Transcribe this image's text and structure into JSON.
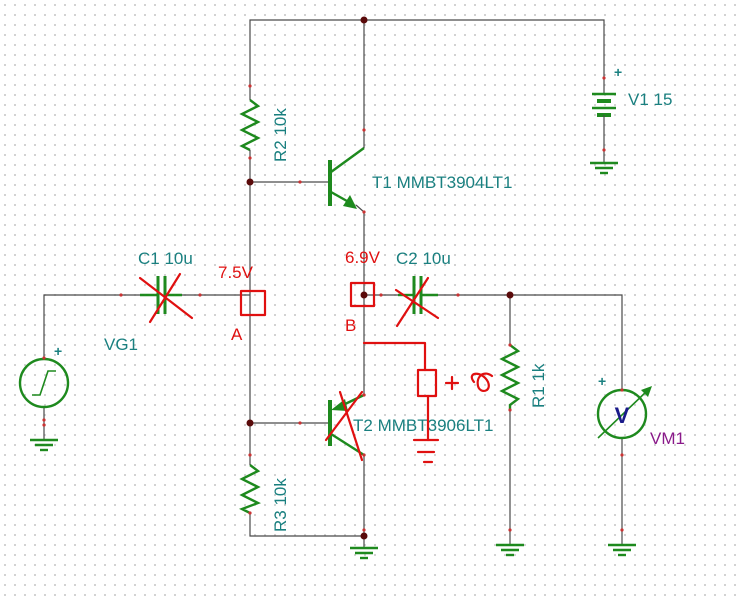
{
  "components": {
    "r2": {
      "name": "R2",
      "value": "10k"
    },
    "r3": {
      "name": "R3",
      "value": "10k"
    },
    "r1": {
      "name": "R1",
      "value": "1k"
    },
    "t1": {
      "name": "T1",
      "model": "MMBT3904LT1"
    },
    "t2": {
      "name": "T2",
      "model": "MMBT3906LT1"
    },
    "c1": {
      "name": "C1",
      "value": "10u"
    },
    "c2": {
      "name": "C2",
      "value": "10u"
    },
    "v1": {
      "name": "V1",
      "value": "15"
    },
    "vg1": {
      "name": "VG1"
    },
    "vm1": {
      "name": "VM1",
      "letter": "V"
    }
  },
  "polarity_mark": "+",
  "annotations": {
    "node_a": {
      "label": "A",
      "voltage": "7.5V"
    },
    "node_b": {
      "label": "B",
      "voltage": "6.9V"
    }
  },
  "colors": {
    "wire": "#4a4a4a",
    "component": "#1e8a1e",
    "label": "#1a8080",
    "meter_label": "#8a1a8a",
    "annotation": "#e01010"
  }
}
